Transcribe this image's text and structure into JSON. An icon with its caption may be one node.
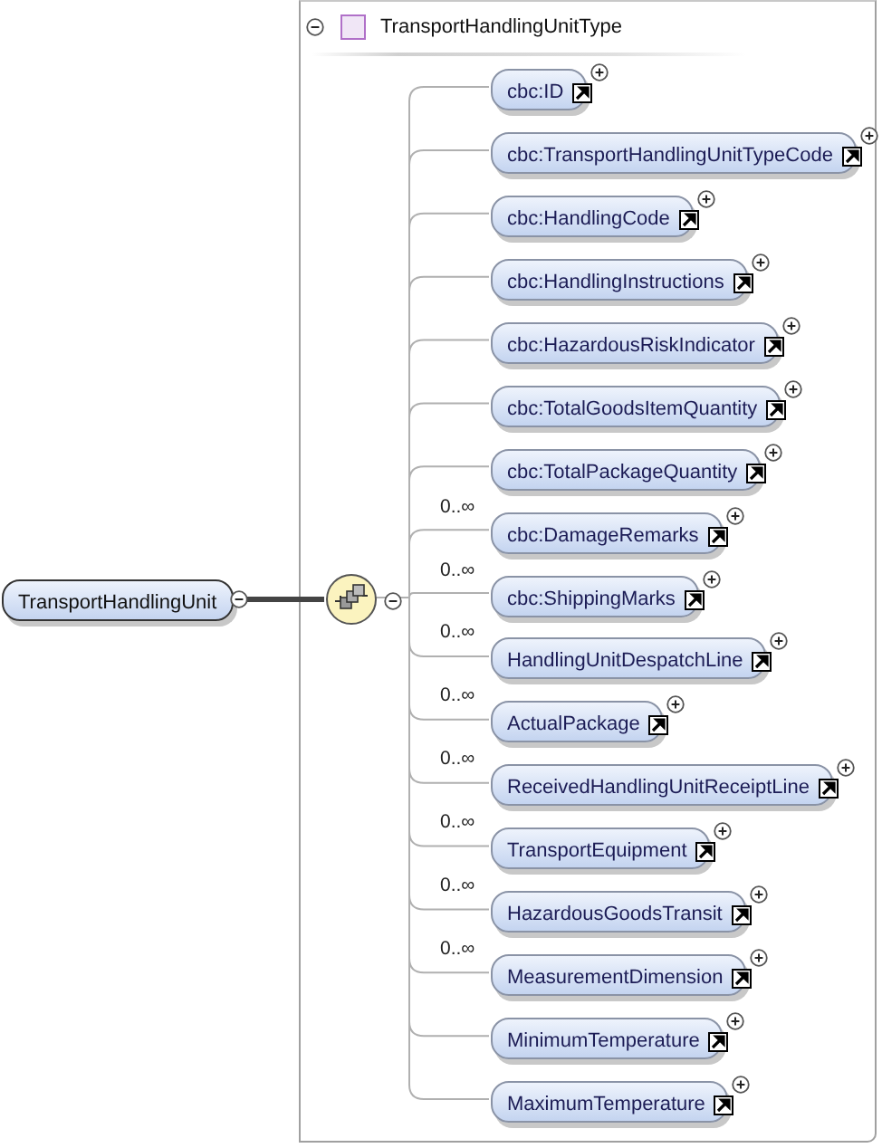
{
  "diagram": {
    "nodes": [
      {
        "text": [
          "TransportHandlingUnitType"
        ]
      },
      {
        "text": [
          "TransportHandlingUnit"
        ]
      },
      {
        "text": [],
        "shape": "circle",
        "in": 0
      },
      {
        "text": [
          "cbc:ID"
        ],
        "in": 0
      },
      {
        "text": [
          "cbc:TransportHandlingUnitTypeCode"
        ],
        "in": 0
      },
      {
        "text": [
          "cbc:HandlingCode"
        ],
        "in": 0
      },
      {
        "text": [
          "cbc:HandlingInstructions"
        ],
        "in": 0
      },
      {
        "text": [
          "cbc:HazardousRiskIndicator"
        ],
        "in": 0
      },
      {
        "text": [
          "cbc:TotalGoodsItemQuantity"
        ],
        "in": 0
      },
      {
        "text": [
          "cbc:TotalPackageQuantity"
        ],
        "in": 0
      },
      {
        "text": [
          "cbc:DamageRemarks"
        ],
        "in": 0,
        "beside": [
          "0..∞"
        ]
      },
      {
        "text": [
          "cbc:ShippingMarks"
        ],
        "in": 0,
        "beside": [
          "0..∞"
        ]
      },
      {
        "text": [
          "HandlingUnitDespatchLine"
        ],
        "in": 0,
        "beside": [
          "0..∞"
        ]
      },
      {
        "text": [
          "ActualPackage"
        ],
        "in": 0,
        "beside": [
          "0..∞"
        ]
      },
      {
        "text": [
          "ReceivedHandlingUnitReceiptLine"
        ],
        "in": 0,
        "beside": [
          "0..∞"
        ]
      },
      {
        "text": [
          "TransportEquipment"
        ],
        "in": 0,
        "beside": [
          "0..∞"
        ]
      },
      {
        "text": [
          "HazardousGoodsTransit"
        ],
        "in": 0,
        "beside": [
          "0..∞"
        ]
      },
      {
        "text": [
          "MeasurementDimension"
        ],
        "in": 0,
        "beside": [
          "0..∞"
        ]
      },
      {
        "text": [
          "MinimumTemperature"
        ],
        "in": 0
      },
      {
        "text": [
          "MaximumTemperature"
        ],
        "in": 0
      }
    ],
    "edges": [
      {
        "from": 1,
        "to": 2,
        "arrow": "none",
        "style": "thick",
        "color": "#444444"
      },
      {
        "from": 2,
        "to": 3,
        "arrow": "none"
      },
      {
        "from": 2,
        "to": 4,
        "arrow": "none"
      },
      {
        "from": 2,
        "to": 5,
        "arrow": "none"
      },
      {
        "from": 2,
        "to": 6,
        "arrow": "none"
      },
      {
        "from": 2,
        "to": 7,
        "arrow": "none"
      },
      {
        "from": 2,
        "to": 8,
        "arrow": "none"
      },
      {
        "from": 2,
        "to": 9,
        "arrow": "none"
      },
      {
        "from": 2,
        "to": 10,
        "arrow": "none"
      },
      {
        "from": 2,
        "to": 11,
        "arrow": "none"
      },
      {
        "from": 2,
        "to": 12,
        "arrow": "none"
      },
      {
        "from": 2,
        "to": 13,
        "arrow": "none"
      },
      {
        "from": 2,
        "to": 14,
        "arrow": "none"
      },
      {
        "from": 2,
        "to": 15,
        "arrow": "none"
      },
      {
        "from": 2,
        "to": 16,
        "arrow": "none"
      },
      {
        "from": 2,
        "to": 17,
        "arrow": "none"
      },
      {
        "from": 2,
        "to": 18,
        "arrow": "none"
      },
      {
        "from": 2,
        "to": 19,
        "arrow": "none"
      }
    ]
  }
}
